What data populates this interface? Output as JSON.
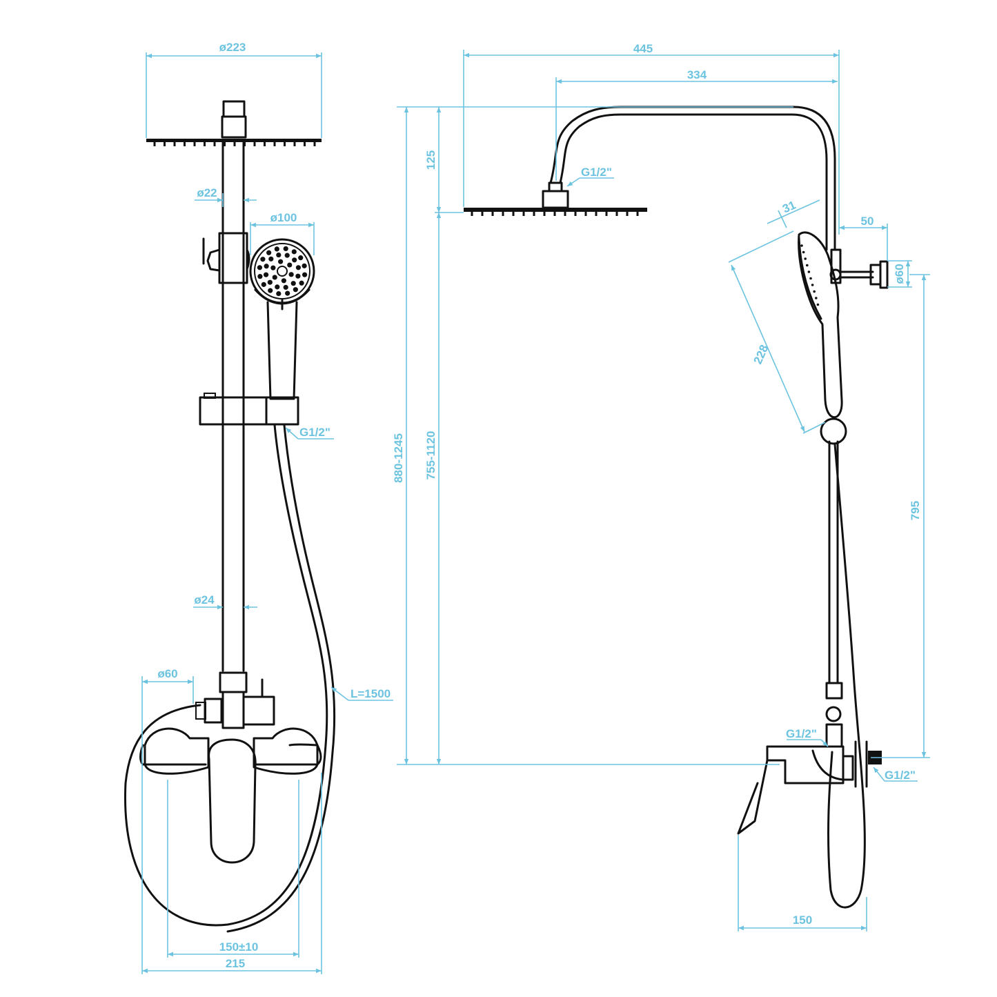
{
  "colors": {
    "dimension": "#6cc3e0",
    "object": "#111111",
    "background": "#ffffff"
  },
  "front_view": {
    "head_diameter": "ø223",
    "pipe_upper_diameter": "ø22",
    "hand_shower_diameter": "ø100",
    "hose_connection": "G1/2\"",
    "pipe_lower_diameter": "ø24",
    "diverter_diameter": "ø60",
    "hose_length": "L=1500",
    "inlet_spacing": "150±10",
    "mixer_width": "215"
  },
  "side_view": {
    "overall_reach": "445",
    "arm_reach": "334",
    "head_connection": "G1/2\"",
    "head_drop": "125",
    "overall_height": "880-1245",
    "adjustable_height": "755-1120",
    "hand_shower_depth": "31",
    "wall_offset": "50",
    "wall_mount_diameter": "ø60",
    "hand_shower_length": "228",
    "bracket_height": "795",
    "mixer_connection": "G1/2\"",
    "wall_connection": "G1/2\"",
    "mixer_depth": "150"
  }
}
